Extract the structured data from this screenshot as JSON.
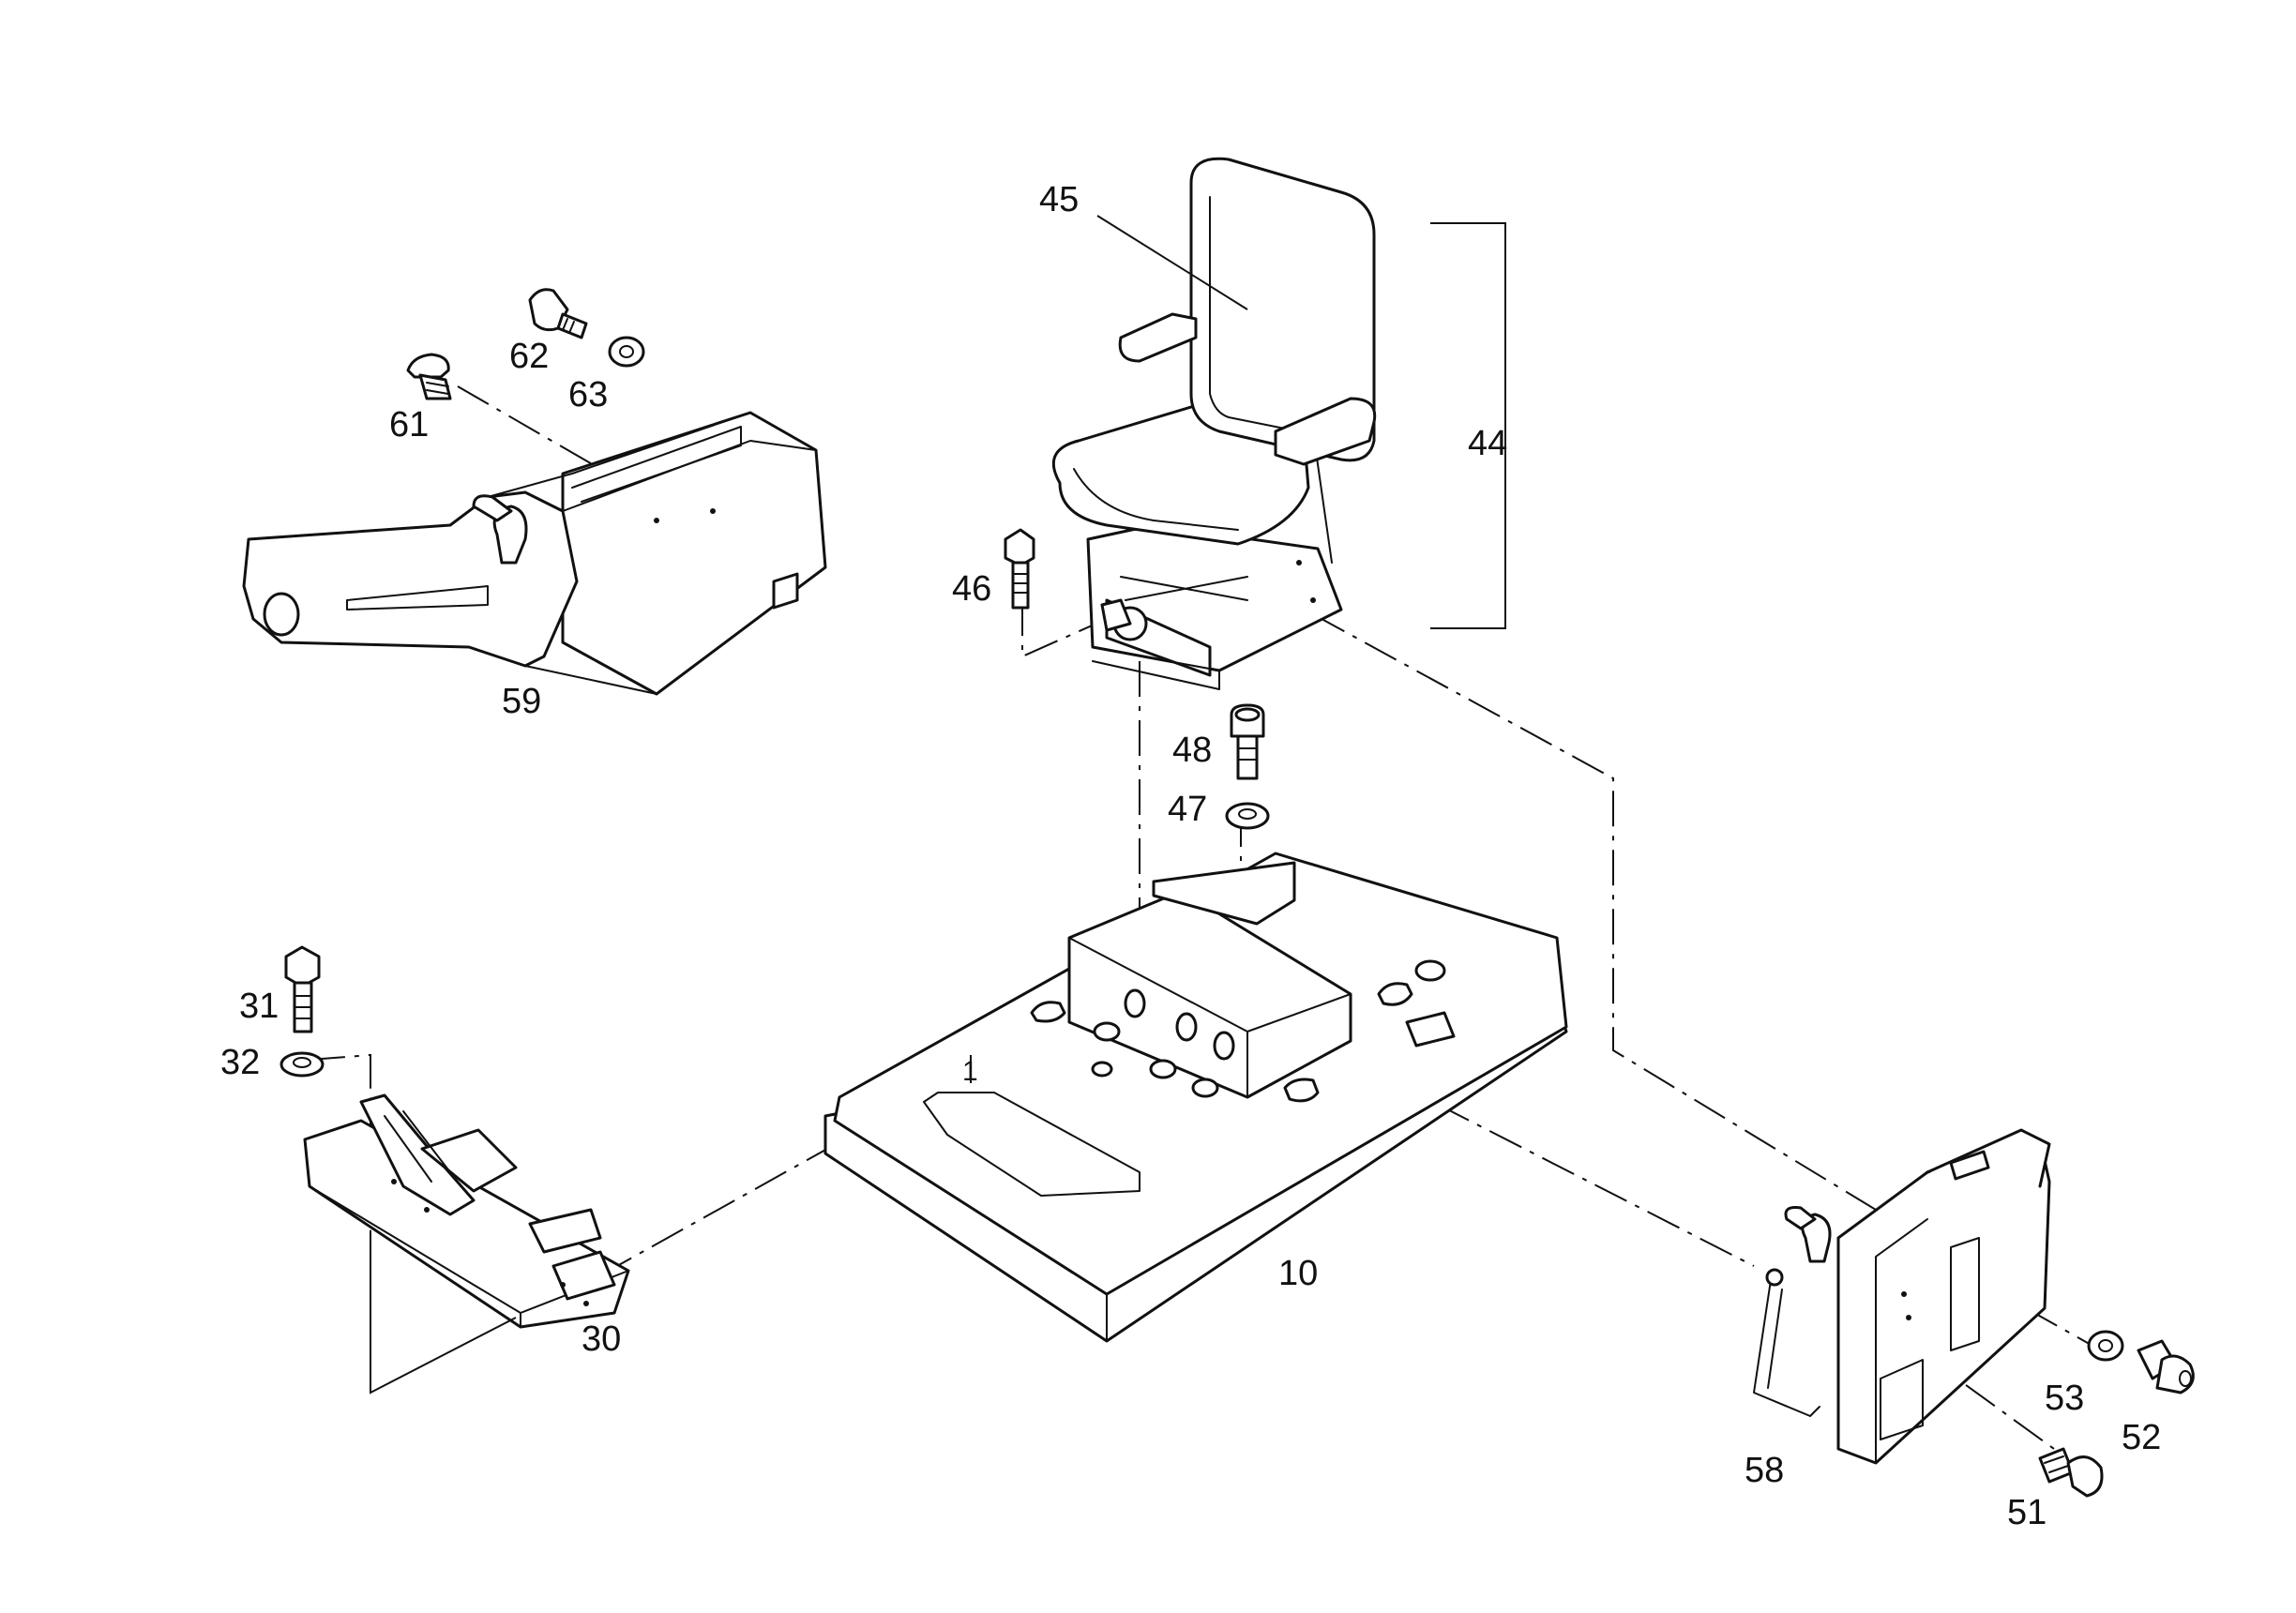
{
  "diagram": {
    "callouts": {
      "c45": "45",
      "c44": "44",
      "c46": "46",
      "c48": "48",
      "c47": "47",
      "c62": "62",
      "c63": "63",
      "c61": "61",
      "c59": "59",
      "c31": "31",
      "c32": "32",
      "c30": "30",
      "c10": "10",
      "c53": "53",
      "c52": "52",
      "c58": "58",
      "c51": "51",
      "c1": "1"
    }
  }
}
